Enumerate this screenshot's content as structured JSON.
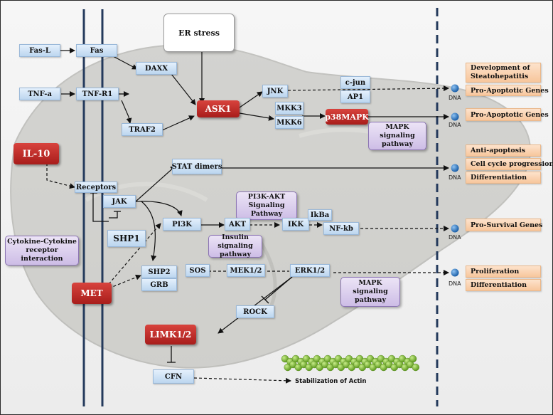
{
  "nodes": {
    "fasl": "Fas-L",
    "fas": "Fas",
    "daxx": "DAXX",
    "er_stress": "ER stress",
    "tnfa": "TNF-a",
    "tnfr1": "TNF-R1",
    "traf2": "TRAF2",
    "ask1": "ASK1",
    "jnk": "JNK",
    "cjun": "c-jun",
    "ap1": "AP1",
    "mkk3": "MKK3",
    "mkk6": "MKK6",
    "p38mapk": "p38MAPK",
    "il10": "IL-10",
    "receptors": "Receptors",
    "jak": "JAK",
    "shp1": "SHP1",
    "stat_dimers": "STAT dimers",
    "pi3k": "PI3K",
    "akt": "AKT",
    "ikk": "IKK",
    "ikba": "IkBa",
    "nfkb": "NF-kb",
    "met": "MET",
    "shp2": "SHP2",
    "grb": "GRB",
    "sos": "SOS",
    "mek12": "MEK1/2",
    "erk12": "ERK1/2",
    "rock": "ROCK",
    "limk12": "LIMK1/2",
    "cfn": "CFN"
  },
  "pathways": {
    "mapk_1": "MAPK signaling pathway",
    "pi3k_akt": "PI3K-AKT Signaling Pathway",
    "insulin": "Insulin signaling pathway",
    "cytokine": "Cytokine-Cytokine receptor interaction",
    "mapk_2": "MAPK signaling pathway"
  },
  "outcomes": {
    "steatohepatitis": "Development of Steatohepatitis",
    "pro_apoptotic_1": "Pro-Apoptotic Genes",
    "pro_apoptotic_2": "Pro-Apoptotic Genes",
    "anti_apoptosis": "Anti-apoptosis",
    "cell_cycle": "Cell cycle progression",
    "differentiation_1": "Differentiation",
    "pro_survival": "Pro-Survival Genes",
    "proliferation": "Proliferation",
    "differentiation_2": "Differentiation"
  },
  "dna_label": "DNA",
  "actin_label": "Stabilization of Actin",
  "colors": {
    "membrane": "#243a5c",
    "red_node": "#b82a26",
    "blue_node": "#cfe2f5",
    "purple_box": "#ddd0ee",
    "orange_box": "#fbd2ad",
    "actin": "#8cc63f",
    "dna_dot": "#1f6fc1"
  }
}
